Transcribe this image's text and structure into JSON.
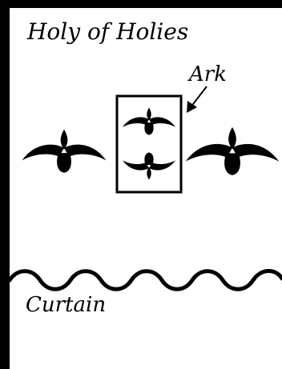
{
  "diagram": {
    "title": "Holy of Holies",
    "ark_label": "Ark",
    "curtain_label": "Curtain",
    "colors": {
      "ink": "#000000",
      "background": "#ffffff"
    },
    "icons": [
      "cherub-wing-icon",
      "ark-box",
      "curtain-wave",
      "arrow-icon"
    ]
  }
}
